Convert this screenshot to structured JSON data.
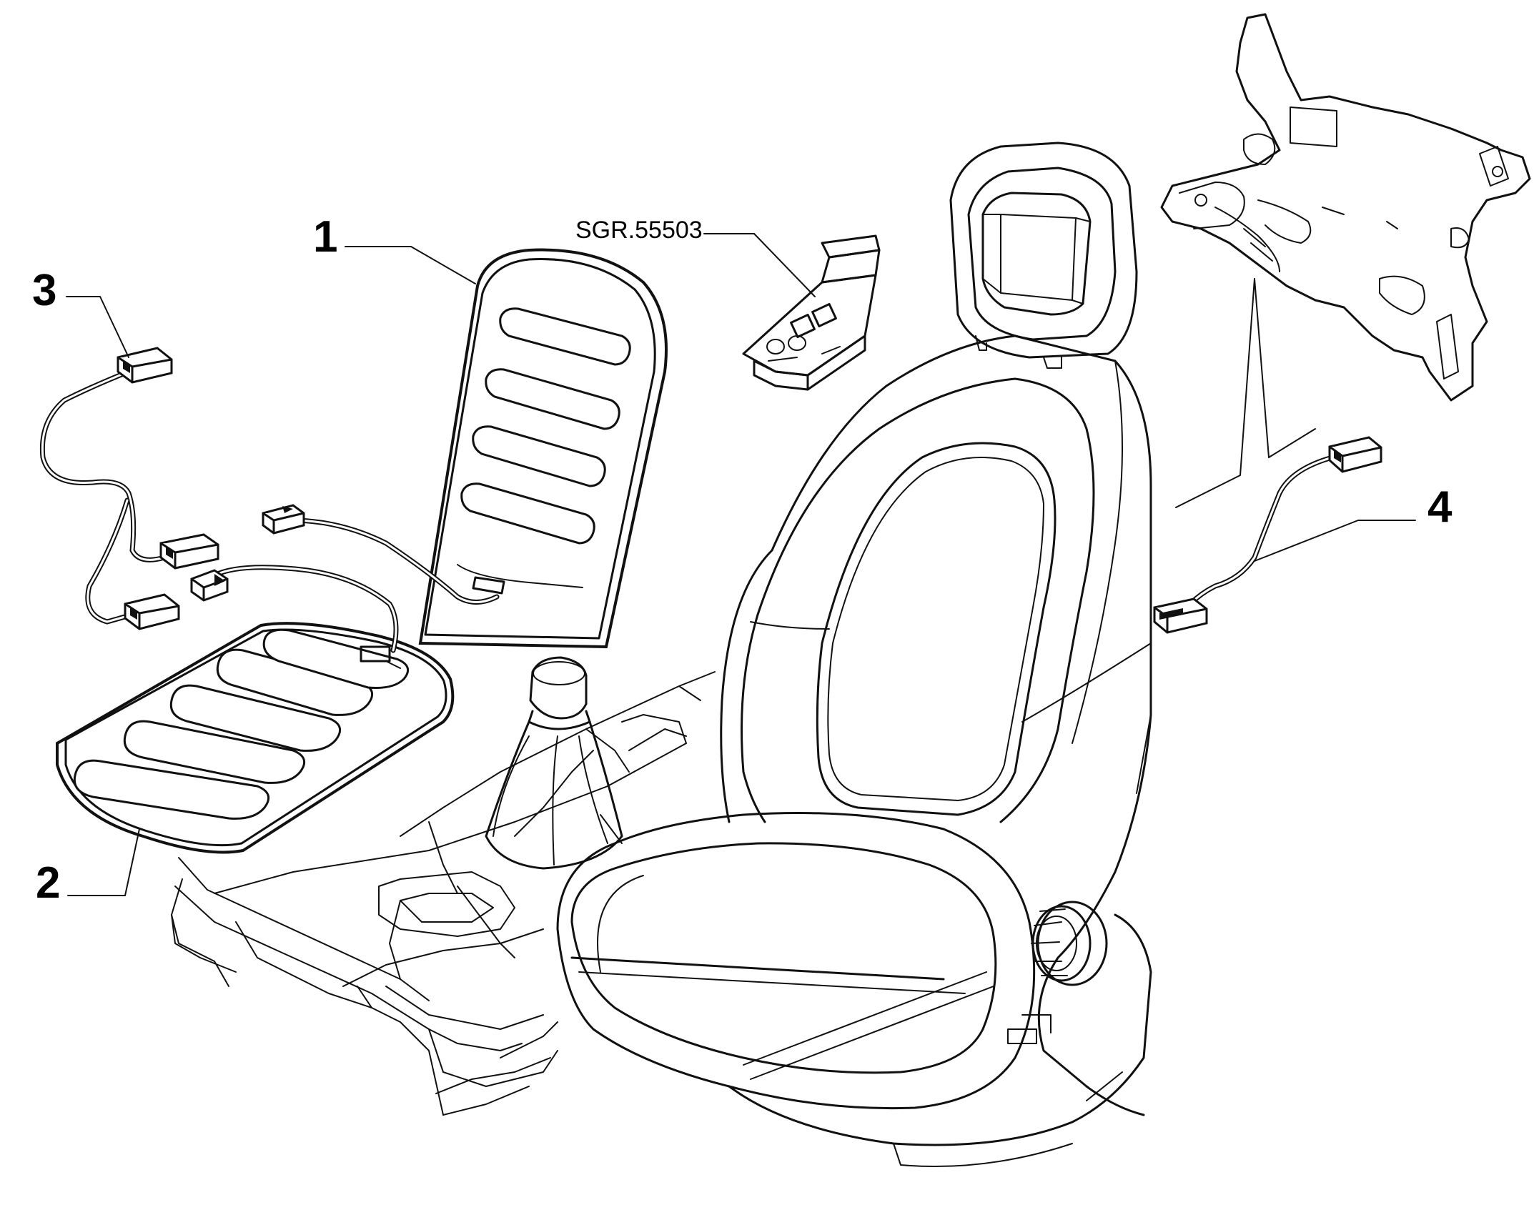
{
  "diagram": {
    "callouts": [
      {
        "id": "1",
        "text": "1"
      },
      {
        "id": "2",
        "text": "2"
      },
      {
        "id": "3",
        "text": "3"
      },
      {
        "id": "4",
        "text": "4"
      }
    ],
    "reference": {
      "text": "SGR.55503"
    }
  }
}
